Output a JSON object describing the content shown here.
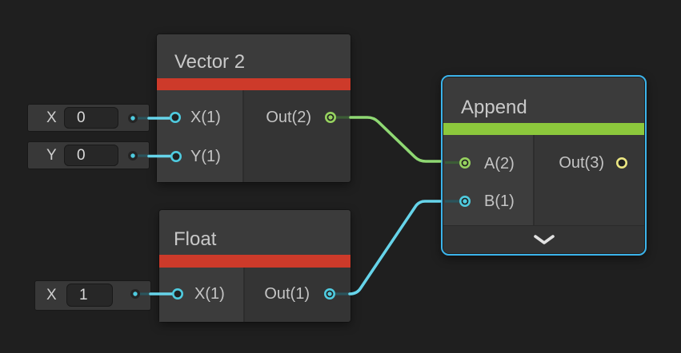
{
  "canvas": {
    "background_color": "#1F1F1F"
  },
  "colors": {
    "node_header": "#3B3B3B",
    "node_body": "#343434",
    "node_input_column": "#3C3C3C",
    "accent_red": "#CD3A2A",
    "accent_green": "#8CC83C",
    "selection_blue": "#3CB4EB",
    "port_vector1_cyan": "#4FCBDF",
    "port_vector2_green": "#96D25F",
    "port_vector3_yellow": "#EBE682",
    "edge_cyan": "#66D4EA",
    "edge_green": "#8FD873"
  },
  "nodes": {
    "vector2": {
      "title": "Vector 2",
      "inputs": [
        {
          "label": "X(1)"
        },
        {
          "label": "Y(1)"
        }
      ],
      "outputs": [
        {
          "label": "Out(2)"
        }
      ]
    },
    "float": {
      "title": "Float",
      "inputs": [
        {
          "label": "X(1)"
        }
      ],
      "outputs": [
        {
          "label": "Out(1)"
        }
      ]
    },
    "append": {
      "title": "Append",
      "selected": true,
      "inputs": [
        {
          "label": "A(2)"
        },
        {
          "label": "B(1)"
        }
      ],
      "outputs": [
        {
          "label": "Out(3)"
        }
      ],
      "expander_icon": "chevron-down"
    }
  },
  "widgets": {
    "vector2_x": {
      "label": "X",
      "value": "0"
    },
    "vector2_y": {
      "label": "Y",
      "value": "0"
    },
    "float_x": {
      "label": "X",
      "value": "1"
    }
  }
}
